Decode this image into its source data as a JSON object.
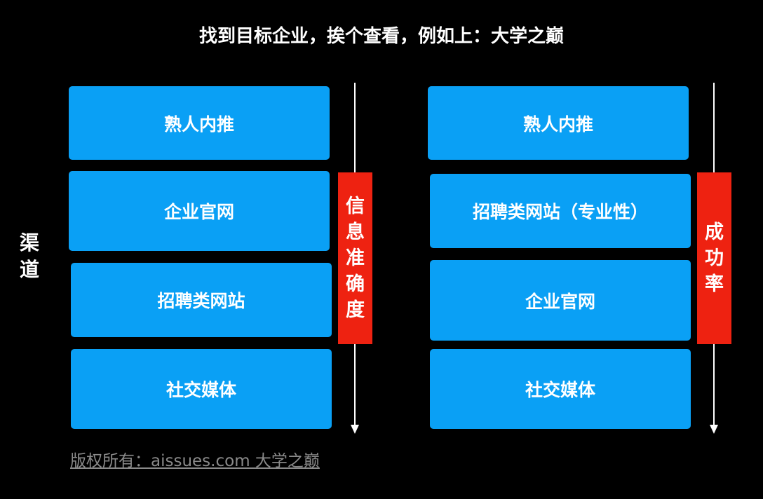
{
  "title": "找到目标企业，挨个查看，例如上：大学之巅",
  "side_label": "渠道",
  "left_column": {
    "boxes": [
      "熟人内推",
      "企业官网",
      "招聘类网站",
      "社交媒体"
    ],
    "metric": "信息准确度"
  },
  "right_column": {
    "boxes": [
      "熟人内推",
      "招聘类网站（专业性）",
      "企业官网",
      "社交媒体"
    ],
    "metric": "成功率"
  },
  "footer": "版权所有：aissues.com 大学之巅",
  "colors": {
    "background": "#000000",
    "box": "#0aa0f5",
    "metric": "#ee2211",
    "text": "#ffffff",
    "footer": "#8a8a8a"
  }
}
